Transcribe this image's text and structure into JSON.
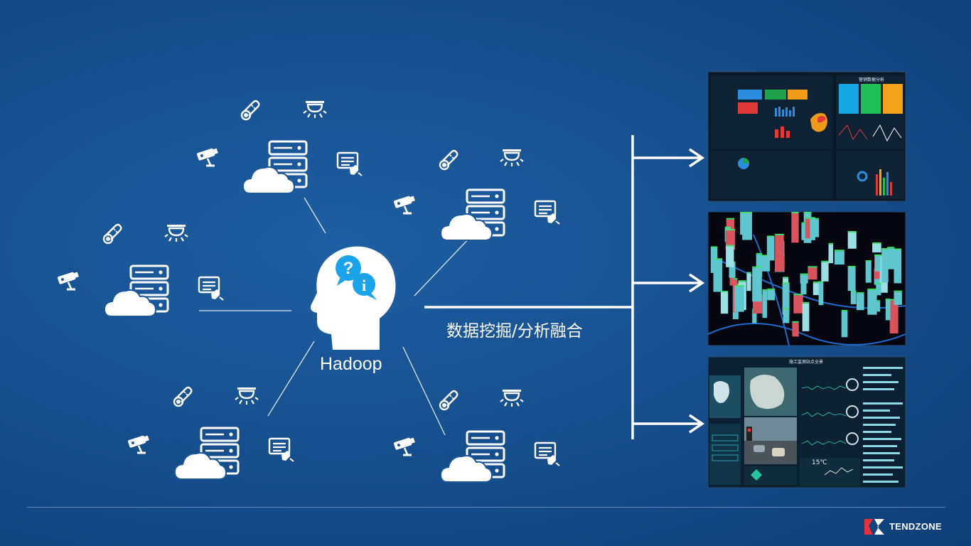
{
  "center": {
    "label": "Hadoop"
  },
  "arrow_label": "数据挖掘/分析融合",
  "brand": {
    "name": "TENDZONE",
    "accent": "#e8303a"
  },
  "panels": [
    {
      "title": "",
      "title_right": "营销数据分析"
    },
    {
      "title": ""
    },
    {
      "title": "施工监测站点全景",
      "temperature": "15℃"
    }
  ],
  "colors": {
    "line": "#ffffff",
    "icon": "#ffffff",
    "bubble": "#1aa3e8"
  },
  "icons": [
    "thermometer-icon",
    "sprinkler-icon",
    "camera-icon",
    "server-icon",
    "cloud-icon",
    "document-icon"
  ]
}
